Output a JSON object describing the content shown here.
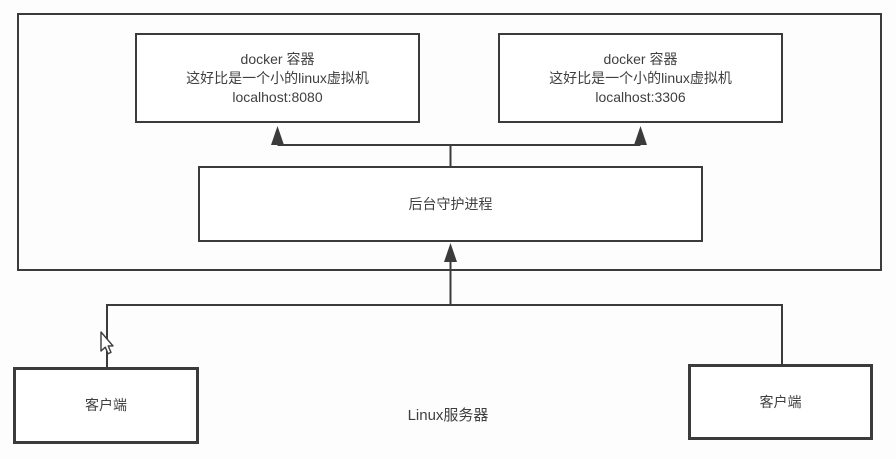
{
  "diagram": {
    "server": {
      "label": "Linux服务器",
      "containers": [
        {
          "title": "docker 容器",
          "subtitle": "这好比是一个小的linux虚拟机",
          "address": "localhost:8080"
        },
        {
          "title": "docker 容器",
          "subtitle": "这好比是一个小的linux虚拟机",
          "address": "localhost:3306"
        }
      ],
      "daemon_label": "后台守护进程"
    },
    "clients": [
      {
        "label": "客户端"
      },
      {
        "label": "客户端"
      }
    ],
    "colors": {
      "line": "#3b3b3b",
      "text": "#3f3f3f",
      "background": "#fdfdfd",
      "box_fill": "#ffffff"
    }
  }
}
